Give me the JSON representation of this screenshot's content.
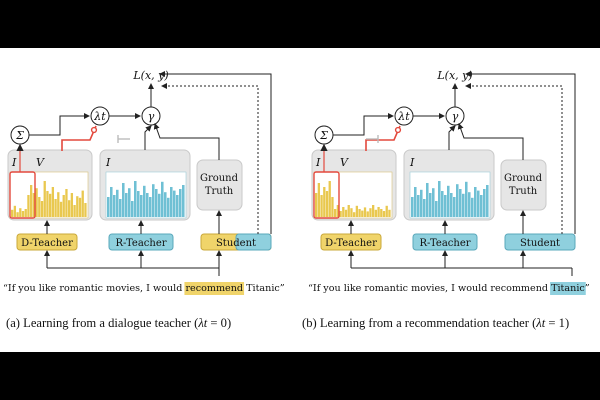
{
  "palette": {
    "yellow": "#e9c84f",
    "yellow_box": "#f0d46a",
    "blue": "#6fc0d4",
    "blue_box": "#8fd0de",
    "red": "#e3493d",
    "panel_bg": "#e6e6e6",
    "panel_border": "#c9c9c9",
    "arrow": "#222222"
  },
  "panels": [
    {
      "id": "a",
      "loss_label": "L(x, y)",
      "lambda_label": "λt",
      "gamma_label": "γ",
      "sum_label": "Σ",
      "i_label_d": "I",
      "v_label_d": "V",
      "i_label_r": "I",
      "ground_truth": [
        "Ground",
        "Truth"
      ],
      "d_teacher": "D-Teacher",
      "r_teacher": "R-Teacher",
      "student": "Student",
      "student_color": "yellow",
      "active_teacher": "dialogue",
      "quote_before": "“If you like romantic movies, I would ",
      "quote_highlight": "recommend",
      "quote_after": " Titanic”",
      "highlight_color": "yellow",
      "caption_text": "(a)  Learning from a dialogue teacher (",
      "caption_lambda": "λt",
      "caption_value": " = 0)",
      "d_bars": [
        0.18,
        0.28,
        0.12,
        0.22,
        0.15,
        0.2,
        0.55,
        0.8,
        0.6,
        0.72,
        0.5,
        0.4,
        0.9,
        0.65,
        0.58,
        0.75,
        0.45,
        0.62,
        0.38,
        0.55,
        0.7,
        0.42,
        0.6,
        0.3,
        0.52,
        0.48,
        0.66,
        0.35
      ],
      "r_bars": [
        0.5,
        0.75,
        0.55,
        0.68,
        0.45,
        0.85,
        0.6,
        0.72,
        0.4,
        0.9,
        0.65,
        0.55,
        0.78,
        0.6,
        0.5,
        0.82,
        0.7,
        0.58,
        0.88,
        0.62,
        0.48,
        0.75,
        0.66,
        0.55,
        0.7,
        0.8
      ]
    },
    {
      "id": "b",
      "loss_label": "L(x, y)",
      "lambda_label": "λt",
      "gamma_label": "γ",
      "sum_label": "Σ",
      "i_label_d": "I",
      "v_label_d": "V",
      "i_label_r": "I",
      "ground_truth": [
        "Ground",
        "Truth"
      ],
      "d_teacher": "D-Teacher",
      "r_teacher": "R-Teacher",
      "student": "Student",
      "student_color": "blue",
      "active_teacher": "recommendation",
      "quote_before": "“If you like romantic movies, I would recommend ",
      "quote_highlight": "Titanic",
      "quote_after": "”",
      "highlight_color": "blue",
      "caption_text": "(b)  Learning from a recommendation teacher (",
      "caption_lambda": "λt",
      "caption_value": " = 1)",
      "d_bars": [
        0.6,
        0.85,
        0.55,
        0.75,
        0.65,
        0.9,
        0.5,
        0.2,
        0.3,
        0.15,
        0.25,
        0.18,
        0.3,
        0.22,
        0.12,
        0.28,
        0.2,
        0.16,
        0.24,
        0.14,
        0.22,
        0.3,
        0.18,
        0.25,
        0.2,
        0.15,
        0.28,
        0.18
      ],
      "r_bars": [
        0.5,
        0.75,
        0.55,
        0.68,
        0.45,
        0.85,
        0.6,
        0.72,
        0.4,
        0.9,
        0.65,
        0.55,
        0.78,
        0.6,
        0.5,
        0.82,
        0.7,
        0.58,
        0.88,
        0.62,
        0.48,
        0.75,
        0.66,
        0.55,
        0.7,
        0.8
      ]
    }
  ]
}
